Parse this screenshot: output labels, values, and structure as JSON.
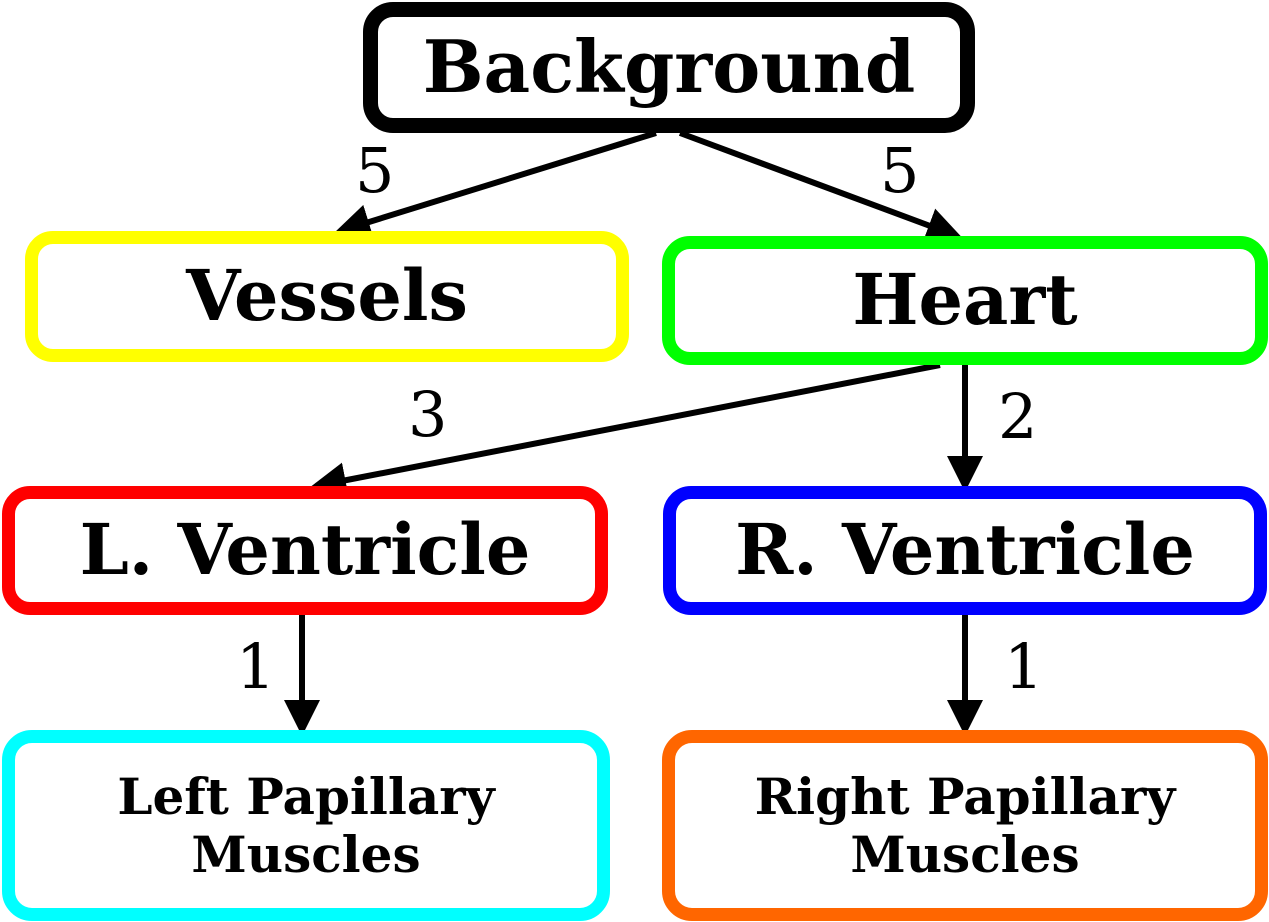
{
  "colors": {
    "background": "#000000",
    "vessels": "#ffff00",
    "heart": "#00ff00",
    "l_ventricle": "#ff0000",
    "r_ventricle": "#0000ff",
    "left_papillary": "#00ffff",
    "right_papillary": "#ff6600",
    "edge": "#000000"
  },
  "nodes": {
    "background": "Background",
    "vessels": "Vessels",
    "heart": "Heart",
    "l_ventricle": "L. Ventricle",
    "r_ventricle": "R. Ventricle",
    "left_papillary": {
      "line1": "Left Papillary",
      "line2": "Muscles"
    },
    "right_papillary": {
      "line1": "Right Papillary",
      "line2": "Muscles"
    }
  },
  "edges": [
    {
      "from": "background",
      "to": "vessels",
      "weight": "5"
    },
    {
      "from": "background",
      "to": "heart",
      "weight": "5"
    },
    {
      "from": "heart",
      "to": "l_ventricle",
      "weight": "3"
    },
    {
      "from": "heart",
      "to": "r_ventricle",
      "weight": "2"
    },
    {
      "from": "l_ventricle",
      "to": "left_papillary",
      "weight": "1"
    },
    {
      "from": "r_ventricle",
      "to": "right_papillary",
      "weight": "1"
    }
  ]
}
